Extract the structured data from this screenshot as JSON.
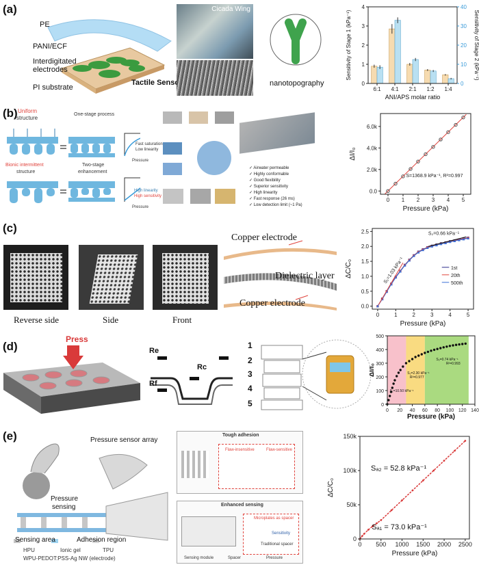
{
  "panels": {
    "a": {
      "label": "(a)",
      "pe": "PE",
      "pani": "PANI/ECF",
      "inter": "Interdigitated",
      "inter2": "electrodes",
      "pi": "PI substrate",
      "tactile": "Tactile Sensor",
      "cicada": "Cicada Wing",
      "nano": "nanotopography"
    },
    "b": {
      "label": "(b)",
      "uniform": "Uniform",
      "structure": "structure",
      "one_stage": "One-stage process",
      "fast_sat": "Fast saturation",
      "low_lin": "Low linearity",
      "bionic": "Bionic intermittent",
      "structure2": "structure",
      "two_stage": "Two-stage",
      "enhancement": "enhancement",
      "high_lin": "High linearity",
      "high_sens": "High sensitivity",
      "pressure": "Pressure",
      "pressure2": "Pressure",
      "checklist": [
        "Airwater permeable",
        "Highly conformable",
        "Good flexibility",
        "Superior sensitivity",
        "High linearity",
        "Fast response (26 ms)",
        "Low detection limit (~1 Pa)"
      ]
    },
    "c": {
      "label": "(c)",
      "reverse": "Reverse side",
      "side": "Side",
      "front": "Front",
      "copper1": "Copper electrode",
      "dielectric": "Dielectric layer",
      "copper2": "Copper electrode"
    },
    "d": {
      "label": "(d)",
      "press": "Press",
      "re": "Re",
      "rc": "Rc",
      "rf": "Rf",
      "nums": [
        "1",
        "2",
        "3",
        "4",
        "5"
      ]
    },
    "e": {
      "label": "(e)",
      "array": "Pressure sensor array",
      "psense1": "Pressure",
      "psense2": "sensing",
      "sensing_area": "Sensing area",
      "adhesion": "Adhesion region",
      "legend": [
        "HPU",
        "Ionic gel",
        "TPU",
        "WPU-PEDOT:PSS-Ag NW (electrode)"
      ],
      "tough": "Tough adhesion",
      "enhanced": "Enhanced sensing",
      "flaw_ins": "Flaw-insensitive",
      "flaw_sen": "Flaw-sensitive",
      "microplate": "Microplates as spacer",
      "traditional": "Traditional spacer",
      "sensitivity": "Sensitivity",
      "sensing_module": "Sensing module",
      "spacer": "Spacer",
      "pressure": "Pressure"
    }
  },
  "colors": {
    "blue": "#8fc9ea",
    "green": "#3fa34d",
    "copper": "#d9a56b",
    "gel": "#9ed3f0",
    "red": "#e0423b"
  },
  "chart_data": [
    {
      "id": "a",
      "type": "bar",
      "categories": [
        "6:1",
        "4:1",
        "2:1",
        "1:2",
        "1:4"
      ],
      "series": [
        {
          "name": "Stage 1",
          "values": [
            0.9,
            2.85,
            1.0,
            0.7,
            0.45
          ],
          "errors": [
            0.08,
            0.25,
            0.07,
            0.05,
            0.04
          ]
        },
        {
          "name": "Stage 2",
          "values": [
            8.5,
            33.0,
            12.5,
            6.5,
            2.5
          ],
          "errors": [
            1.0,
            1.5,
            0.8,
            0.5,
            0.4
          ]
        }
      ],
      "xlabel": "ANI/APS molar ratio",
      "ylabel": "Sensitivity of Stage 1 (kPa⁻¹)",
      "ylabel2": "Sensitivity of Stage 2 (kPa⁻¹)",
      "ylim": [
        0,
        4
      ],
      "ylim2": [
        0,
        40
      ],
      "yticks": [
        "0",
        "1",
        "2",
        "3",
        "4"
      ],
      "yticks2": [
        "0",
        "10",
        "20",
        "30",
        "40"
      ]
    },
    {
      "id": "b",
      "type": "scatter",
      "x": [
        0,
        0.5,
        1,
        1.5,
        2,
        2.5,
        3,
        3.5,
        4,
        4.5,
        5
      ],
      "y": [
        0,
        680,
        1360,
        2050,
        2740,
        3420,
        4100,
        4790,
        5470,
        6150,
        6840
      ],
      "annotation": "S=1368.9 kPa⁻¹, R²=0.997",
      "xlabel": "Pressure (kPa)",
      "ylabel": "ΔI/I₀",
      "xlim": [
        -0.5,
        5.5
      ],
      "ylim": [
        -300,
        7200
      ],
      "xticks": [
        "0",
        "1",
        "2",
        "3",
        "4",
        "5"
      ],
      "yticks": [
        "0.0",
        "2.0k",
        "4.0k",
        "6.0k"
      ]
    },
    {
      "id": "c",
      "type": "line",
      "x": [
        0,
        0.25,
        0.5,
        0.75,
        1,
        1.25,
        1.5,
        1.75,
        2,
        2.25,
        2.5,
        2.75,
        3,
        3.25,
        3.5,
        3.75,
        4,
        4.25,
        4.5,
        4.75,
        5
      ],
      "series": [
        {
          "name": "1st",
          "values": [
            0,
            0.25,
            0.5,
            0.75,
            0.98,
            1.18,
            1.38,
            1.55,
            1.7,
            1.82,
            1.9,
            1.97,
            2.02,
            2.06,
            2.1,
            2.13,
            2.17,
            2.2,
            2.23,
            2.26,
            2.29
          ]
        },
        {
          "name": "20th",
          "values": [
            0,
            0.24,
            0.49,
            0.74,
            0.97,
            1.17,
            1.37,
            1.54,
            1.69,
            1.81,
            1.89,
            1.96,
            2.01,
            2.05,
            2.09,
            2.12,
            2.16,
            2.19,
            2.22,
            2.25,
            2.28
          ]
        },
        {
          "name": "500th",
          "values": [
            0,
            0.23,
            0.48,
            0.73,
            0.96,
            1.16,
            1.36,
            1.53,
            1.68,
            1.8,
            1.88,
            1.95,
            2.0,
            2.04,
            2.08,
            2.11,
            2.15,
            2.18,
            2.21,
            2.24,
            2.27
          ]
        }
      ],
      "annotations": [
        "S₁=1.03 kPa⁻¹",
        "S₂=0.66 kPa⁻¹"
      ],
      "xlabel": "Pressure (kPa)",
      "ylabel": "ΔC/C₀",
      "xlim": [
        -0.3,
        5.3
      ],
      "ylim": [
        -0.1,
        2.6
      ],
      "xticks": [
        "0",
        "1",
        "2",
        "3",
        "4",
        "5"
      ],
      "yticks": [
        "0.0",
        "0.5",
        "1.0",
        "1.5",
        "2.0",
        "2.5"
      ]
    },
    {
      "id": "d",
      "type": "scatter",
      "x": [
        0,
        2,
        4,
        6,
        8,
        10,
        12,
        15,
        18,
        21,
        25,
        30,
        35,
        40,
        45,
        50,
        55,
        60,
        65,
        70,
        75,
        80,
        85,
        90,
        95,
        100,
        105,
        110,
        115,
        120,
        125
      ],
      "y": [
        0,
        30,
        60,
        90,
        120,
        150,
        175,
        205,
        230,
        250,
        275,
        300,
        315,
        330,
        345,
        355,
        365,
        375,
        383,
        391,
        398,
        404,
        410,
        416,
        421,
        426,
        430,
        434,
        437,
        440,
        443
      ],
      "annotations": [
        "S₁=10.50 kPa⁻¹",
        "S₂=2.30 kPa⁻¹",
        "R²=0.977",
        "S₃=0.74 kPa⁻¹",
        "R²=0.993"
      ],
      "regions": [
        [
          0,
          30,
          "#f7b6c2"
        ],
        [
          30,
          60,
          "#f8d56b"
        ],
        [
          60,
          130,
          "#9bd36a"
        ]
      ],
      "xlabel": "Pressure (kPa)",
      "ylabel": "ΔI/I₀",
      "xlim": [
        0,
        140
      ],
      "ylim": [
        0,
        500
      ],
      "xticks": [
        "0",
        "20",
        "40",
        "60",
        "80",
        "100",
        "120",
        "140"
      ],
      "yticks": [
        "0",
        "100",
        "200",
        "300",
        "400",
        "500"
      ]
    },
    {
      "id": "e",
      "type": "line",
      "x": [
        0,
        50,
        100,
        200,
        300,
        400,
        500,
        750,
        1000,
        1250,
        1500,
        1750,
        2000,
        2250,
        2500
      ],
      "y": [
        0,
        4000,
        7500,
        13500,
        18500,
        23000,
        27500,
        42000,
        56500,
        71000,
        85500,
        100000,
        114500,
        129000,
        143500
      ],
      "annotations": [
        "Sₐ₂ = 52.8 kPa⁻¹",
        "Sₐ₁ = 73.0 kPa⁻¹"
      ],
      "xlabel": "Pressure (kPa)",
      "ylabel": "ΔC/C₀",
      "xlim": [
        0,
        2600
      ],
      "ylim": [
        0,
        150000
      ],
      "xticks": [
        "0",
        "500",
        "1000",
        "1500",
        "2000",
        "2500"
      ],
      "yticks": [
        "0",
        "50k",
        "100k",
        "150k"
      ]
    }
  ]
}
